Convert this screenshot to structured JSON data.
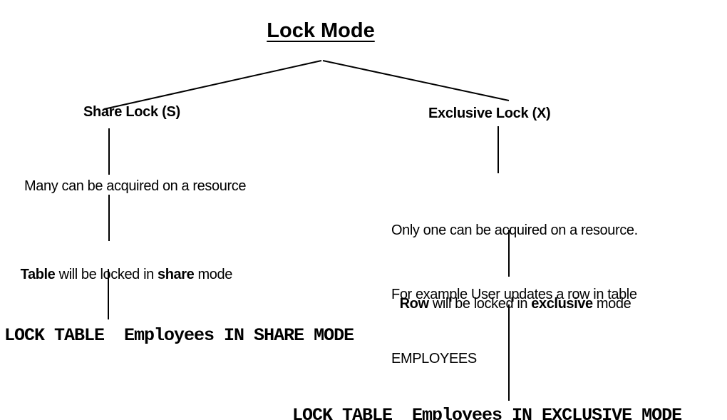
{
  "title": "Lock Mode",
  "colors": {
    "ink": "#000000",
    "background": "#ffffff"
  },
  "left_branch": {
    "label": "Share Lock (S)",
    "description": "Many can be acquired on a resource",
    "mode_parts": [
      "Table",
      " will be locked in ",
      "share",
      " mode"
    ],
    "sql": "LOCK TABLE  Employees IN SHARE MODE"
  },
  "right_branch": {
    "label": "Exclusive Lock (X)",
    "description_lines": [
      "Only one can be acquired on a resource.",
      "For example User updates a row in table",
      "EMPLOYEES"
    ],
    "mode_parts": [
      "Row",
      " will be locked in ",
      "exclusive",
      " mode"
    ],
    "sql": "LOCK TABLE  Employees IN EXCLUSIVE MODE"
  }
}
